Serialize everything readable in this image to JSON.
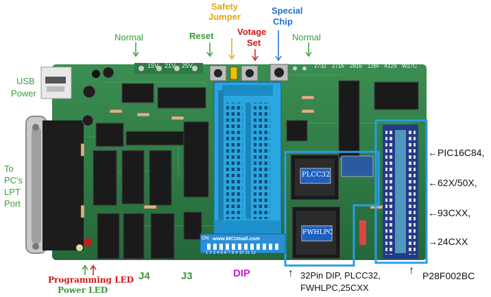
{
  "labels": {
    "normal_left": "Normal",
    "reset": "Reset",
    "safety_jumper_1": "Safety",
    "safety_jumper_2": "Jumper",
    "votage_set_1": "Votage",
    "votage_set_2": "Set",
    "special_chip_1": "Special",
    "special_chip_2": "Chip",
    "normal_right": "Normal",
    "usb_power_1": "USB",
    "usb_power_2": "Power",
    "to_pc_1": "To",
    "to_pc_2": "PC's",
    "to_pc_3": "LPT",
    "to_pc_4": "Port",
    "programming_led": "Programming LED",
    "power_led": "Power LED",
    "j4": "J4",
    "j3": "J3",
    "dip": "DIP",
    "dip_support_1": "32Pin DIP, PLCC32,",
    "dip_support_2": "FWHLPC,25CXX",
    "p28f002bc": "P28F002BC",
    "pic16c84": "←PIC16C84,",
    "c62x50x": "←62X/50X,",
    "c93cxx": "←93CXX,",
    "c24cxx": "→24CXX"
  },
  "board": {
    "voltage_15": "15V",
    "voltage_21": "21V",
    "voltage_25": "25V",
    "chip_2732": "2732",
    "chip_2716": "2716",
    "chip_2816": "2816",
    "chip_128f": "128F",
    "chip_a129": "A129",
    "chip_w27c": "W27C",
    "plcc32": "PLCC32",
    "fwhlpc": "FWHLPC",
    "dip_brand": "www.MCUmall.com",
    "dip_on": "ON",
    "dip_numbers": "1 2 3 4 5 6 7 8 9 10 11 12"
  },
  "colors": {
    "pcb_green": "#2f7d45",
    "socket_blue": "#2aa7e0",
    "highlight_blue": "#1f8fe0",
    "label_green": "#3a9a3a",
    "label_red": "#d11515",
    "label_orange": "#e5a516",
    "label_blue": "#1f6fd0",
    "label_magenta": "#cc22cc"
  }
}
